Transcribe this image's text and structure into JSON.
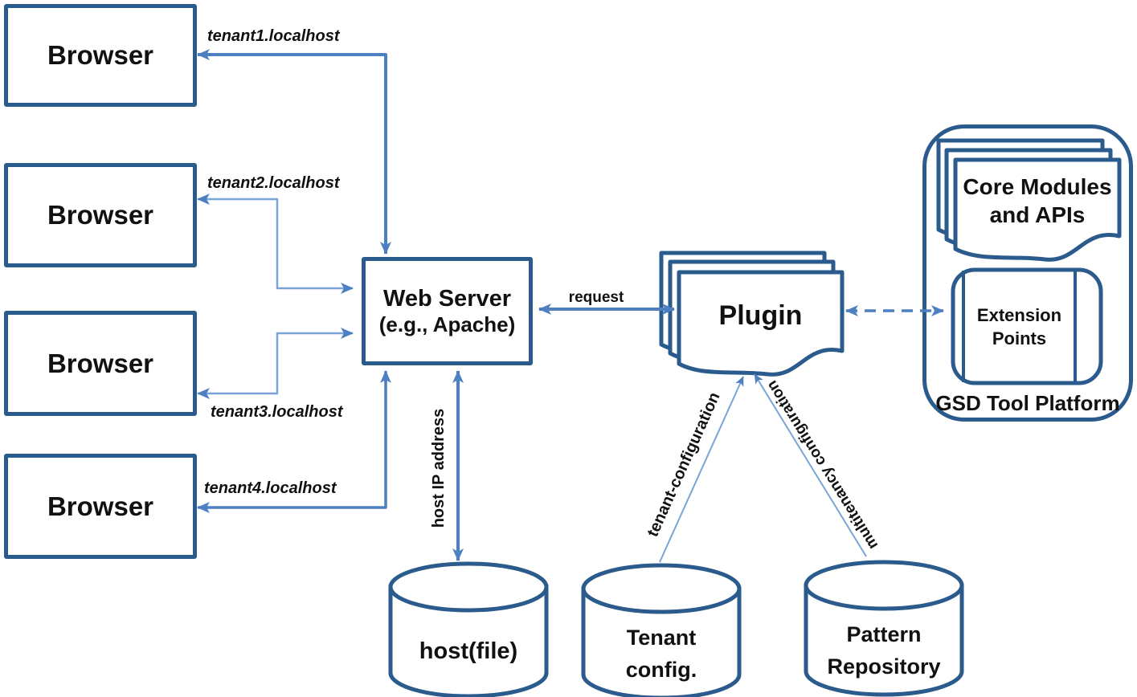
{
  "browsers": [
    {
      "label": "Browser",
      "tenant_label": "tenant1.localhost"
    },
    {
      "label": "Browser",
      "tenant_label": "tenant2.localhost"
    },
    {
      "label": "Browser",
      "tenant_label": "tenant3.localhost"
    },
    {
      "label": "Browser",
      "tenant_label": "tenant4.localhost"
    }
  ],
  "web_server": {
    "line1": "Web Server",
    "line2": "(e.g., Apache)"
  },
  "plugin": {
    "label": "Plugin"
  },
  "edges": {
    "request_label": "request",
    "host_ip_label": "host IP address",
    "tenant_config_label": "tenant-configuration",
    "multitenancy_label": "multitenancy configuration"
  },
  "platform": {
    "label": "GSD Tool Platform",
    "core_modules_line1": "Core Modules",
    "core_modules_line2": "and APIs",
    "extension_line1": "Extension",
    "extension_line2": "Points"
  },
  "datastores": [
    {
      "lines": [
        "host(file)"
      ]
    },
    {
      "lines": [
        "Tenant",
        "config."
      ]
    },
    {
      "lines": [
        "Pattern",
        "Repository"
      ]
    }
  ],
  "colors": {
    "border": "#2b5a8c",
    "arrow": "#4d7fc1",
    "arrow_light": "#7aa3d8",
    "text": "#111111",
    "background": "#ffffff"
  }
}
